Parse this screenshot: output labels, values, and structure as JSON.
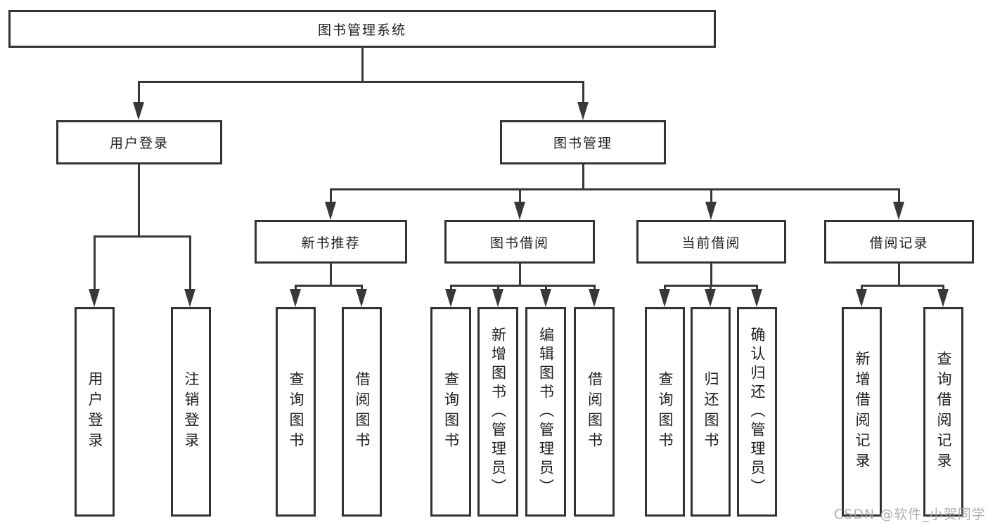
{
  "diagram": {
    "title_node": {
      "label": "图书管理系统"
    },
    "level2": {
      "user_login": {
        "label": "用户登录"
      },
      "book_management": {
        "label": "图书管理"
      }
    },
    "level3": {
      "new_book_recommend": {
        "label": "新书推荐"
      },
      "book_borrow": {
        "label": "图书借阅"
      },
      "current_borrow": {
        "label": "当前借阅"
      },
      "borrow_record": {
        "label": "借阅记录"
      }
    },
    "leaves": {
      "user_login_leaf": {
        "label": "用户登录"
      },
      "logout_leaf": {
        "label": "注销登录"
      },
      "query_book_recommend": {
        "label": "查询图书"
      },
      "borrow_book_recommend": {
        "label": "借阅图书"
      },
      "query_book_borrow": {
        "label": "查询图书"
      },
      "add_book_admin": {
        "label": "新增图书（管理员）"
      },
      "edit_book_admin": {
        "label": "编辑图书（管理员）"
      },
      "borrow_book": {
        "label": "借阅图书"
      },
      "query_book_current": {
        "label": "查询图书"
      },
      "return_book": {
        "label": "归还图书"
      },
      "confirm_return_admin": {
        "label": "确认归还（管理员）"
      },
      "add_borrow_record": {
        "label": "新增借阅记录"
      },
      "query_borrow_record": {
        "label": "查询借阅记录"
      }
    },
    "watermark": "CSDN @软件_小贺同学",
    "colors": {
      "line": "#383838",
      "box_border": "#333333",
      "text": "#1f1f1f",
      "watermark": "#a2a2a4",
      "background": "#ffffff"
    }
  }
}
